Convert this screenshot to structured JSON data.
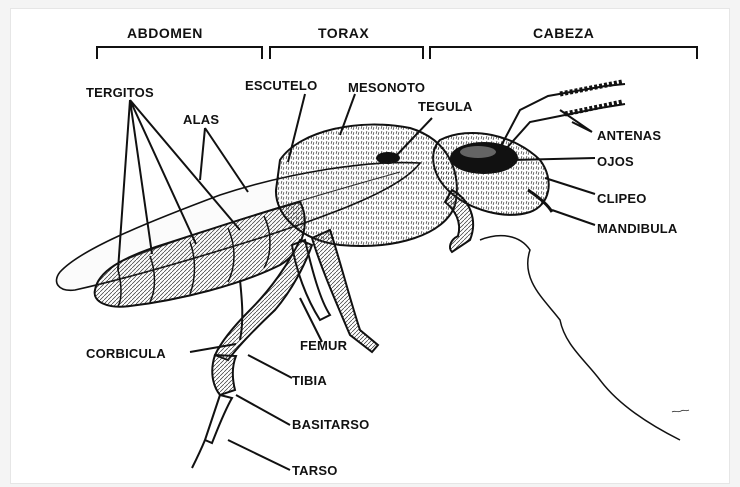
{
  "sections": {
    "abdomen": "ABDOMEN",
    "torax": "TORAX",
    "cabeza": "CABEZA"
  },
  "labels": {
    "tergitos": "TERGITOS",
    "alas": "ALAS",
    "escutelo": "ESCUTELO",
    "mesonoto": "MESONOTO",
    "tegula": "TEGULA",
    "antenas": "ANTENAS",
    "ojos": "OJOS",
    "clipeo": "CLIPEO",
    "mandibula": "MANDIBULA",
    "corbicula": "CORBICULA",
    "femur": "FEMUR",
    "tibia": "TIBIA",
    "basitarso": "BASITARSO",
    "tarso": "TARSO"
  },
  "colors": {
    "ink": "#111111",
    "paper": "#ffffff",
    "border": "#e6e6e6"
  }
}
